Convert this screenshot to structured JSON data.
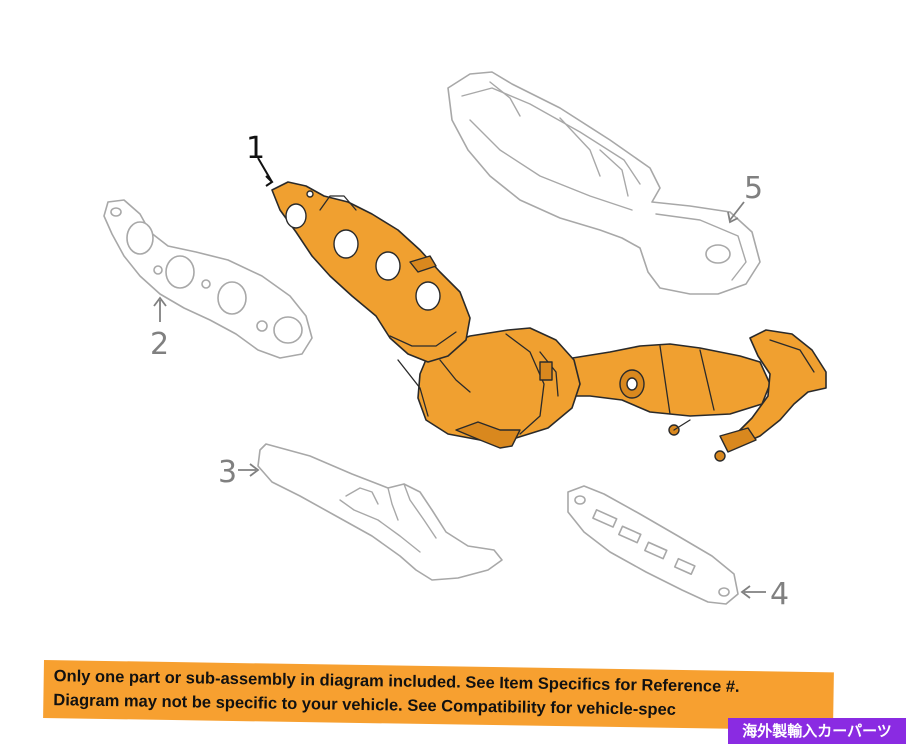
{
  "callouts": {
    "part1": "1",
    "part2": "2",
    "part3": "3",
    "part4": "4",
    "part5": "5"
  },
  "notice": {
    "line1": "Only one part or sub-assembly in diagram included. See Item Specifics for Reference #.",
    "line2": "Diagram may not be specific to your vehicle. See Compatibility for vehicle-spec"
  },
  "badge": {
    "text": "海外製輸入カーパーツ"
  },
  "colors": {
    "highlight": "#f0a030",
    "notice_bg": "#f7a030",
    "badge_bg": "#8a2be2",
    "ghost_outline": "#a8a8a8"
  }
}
